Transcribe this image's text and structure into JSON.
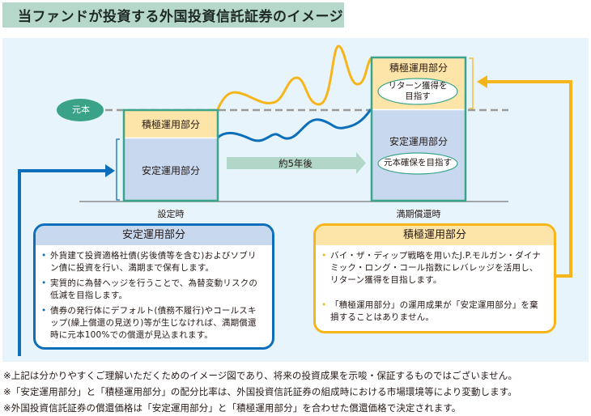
{
  "title": "当ファンドが投資する外国投資信託証券のイメージ",
  "diagram": {
    "principal_label": "元本",
    "at_setup": {
      "active_label": "積極運用部分",
      "stable_label": "安定運用部分",
      "time_label": "設定時"
    },
    "period_label": "約5年後",
    "at_maturity": {
      "active_label": "積極運用部分",
      "active_goal": "リターン獲得を\n目指す",
      "active_goal_line1": "リターン獲得を",
      "active_goal_line2": "目指す",
      "stable_label": "安定運用部分",
      "stable_goal": "元本確保を目指す",
      "time_label": "満期償還時"
    },
    "colors": {
      "stable_blue": "#0d6fba",
      "active_yellow": "#f7b51c",
      "box_border_green": "#3ba58b",
      "stable_fill": "#c8d9ef",
      "active_fill": "#fde5a9",
      "principal_oval": "#3aa387",
      "panel_bg": "#e8f4fb",
      "title_bg": "#b6d8cb"
    }
  },
  "stable_box": {
    "heading": "安定運用部分",
    "bullets": [
      "外貨建て投資適格社債(劣後債等を含む)およびソブリン債に投資を行い、満期まで保有します。",
      "実質的に為替ヘッジを行うことで、為替変動リスクの低減を目指します。",
      "債券の発行体にデフォルト(債務不履行)やコールスキップ(繰上償還の見送り)等が生じなければ、満期償還時に元本100%での償還が見込まれます。"
    ]
  },
  "active_box": {
    "heading": "積極運用部分",
    "bullets": [
      "バイ・ザ・ディップ戦略を用いたJ.P.モルガン・ダイナミック・ロング・コール指数にレバレッジを活用し、リターン獲得を目指します。",
      "「積極運用部分」の運用成果が「安定運用部分」を棄損することはありません。"
    ]
  },
  "notes": [
    "※上記は分かりやすくご理解いただくためのイメージ図であり、将来の投資成果を示唆・保証するものではございません。",
    "※「安定運用部分」と「積極運用部分」の配分比率は、外国投資信託証券の組成時における市場環境等により変動します。",
    "※外国投資信託証券の償還価格は「安定運用部分」と「積極運用部分」を合わせた償還価格で決定されます。"
  ]
}
